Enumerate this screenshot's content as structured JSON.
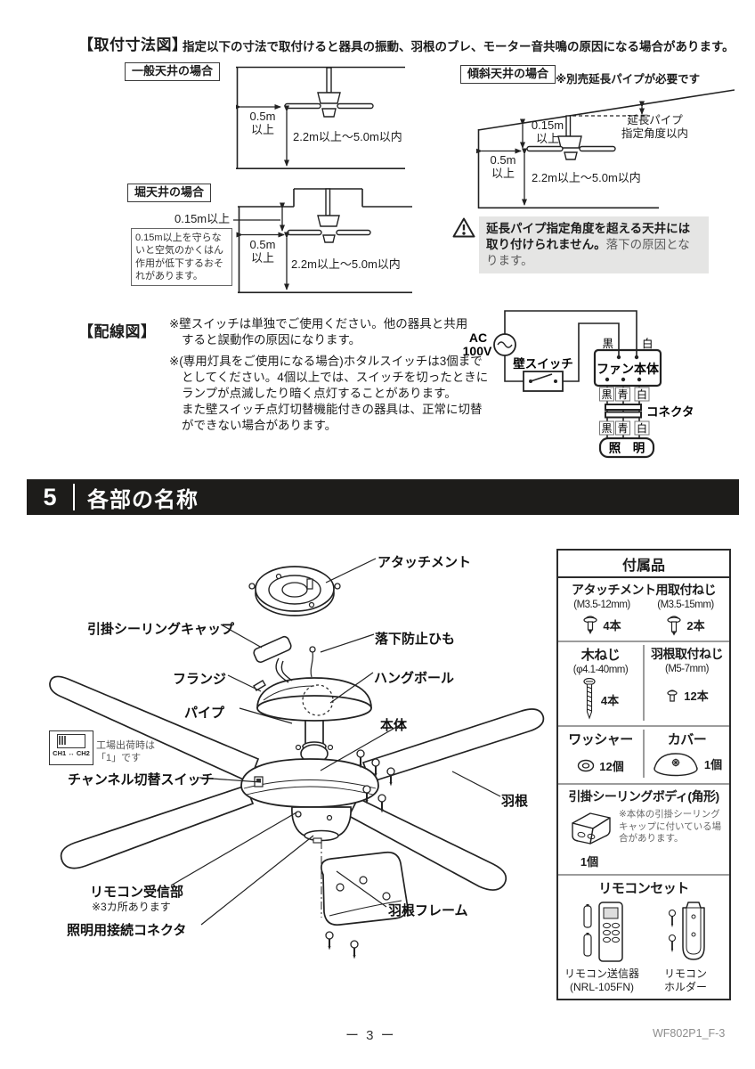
{
  "dim_section": {
    "title": "【取付寸法図】",
    "description": "指定以下の寸法で取付けると器具の振動、羽根のブレ、モーター音共鳴の原因になる場合があります。",
    "general": {
      "label": "一般天井の場合",
      "side": "0.5m\n以上",
      "height": "2.2m以上〜5.0m以内"
    },
    "sloped": {
      "label": "傾斜天井の場合",
      "note": "※別売延長パイプが必要です",
      "top": "0.15m\n以上",
      "side": "0.5m\n以上",
      "height": "2.2m以上〜5.0m以内",
      "angle": "延長パイプ\n指定角度以内"
    },
    "recessed": {
      "label": "堀天井の場合",
      "top": "0.15m以上",
      "side": "0.5m\n以上",
      "height": "2.2m以上〜5.0m以内",
      "note": "0.15m以上を守らないと空気のかくはん作用が低下するおそれがあります。"
    },
    "warning_bold": "延長パイプ指定角度を超える天井には取り付けられません。",
    "warning_rest": "落下の原因となります。"
  },
  "wiring": {
    "title": "【配線図】",
    "note1": "※壁スイッチは単独でご使用ください。他の器具と共用すると誤動作の原因になります。",
    "note2": "※(専用灯具をご使用になる場合)ホタルスイッチは3個までとしてください。4個以上では、スイッチを切ったときにランプが点滅したり暗く点灯することがあります。\nまた壁スイッチ点灯切替機能付きの器具は、正常に切替ができない場合があります。",
    "ac": "AC",
    "ac_v": "100V",
    "wall_switch": "壁スイッチ",
    "fan_body": "ファン本体",
    "connector": "コネクタ",
    "light": "照　明",
    "black": "黒",
    "white": "白",
    "blue": "青"
  },
  "section5": {
    "num": "5",
    "title": "各部の名称"
  },
  "parts": {
    "attachment": "アタッチメント",
    "ceiling_cap": "引掛シーリングキャップ",
    "safety_cord": "落下防止ひも",
    "flange": "フランジ",
    "hang_ball": "ハングボール",
    "pipe": "パイプ",
    "body": "本体",
    "channel_switch": "チャンネル切替スイッチ",
    "blade": "羽根",
    "receiver": "リモコン受信部",
    "receiver_note": "※3カ所あります",
    "blade_frame": "羽根フレーム",
    "light_connector": "照明用接続コネクタ",
    "channel_row": "CH1 ↔ CH2",
    "factory_note": "工場出荷時は\n「1」です"
  },
  "accessories": {
    "title": "付属品",
    "attach_screw": {
      "name": "アタッチメント用取付ねじ",
      "size1": "(M3.5-12mm)",
      "count1": "4本",
      "size2": "(M3.5-15mm)",
      "count2": "2本"
    },
    "wood_screw": {
      "name": "木ねじ",
      "size": "(φ4.1-40mm)",
      "count": "4本"
    },
    "blade_screw": {
      "name": "羽根取付ねじ",
      "size": "(M5-7mm)",
      "count": "12本"
    },
    "washer": {
      "name": "ワッシャー",
      "count": "12個"
    },
    "cover": {
      "name": "カバー",
      "count": "1個"
    },
    "ceiling_body": {
      "name": "引掛シーリングボディ(角形)",
      "count": "1個",
      "note": "※本体の引掛シーリングキャップに付いている場合があります。"
    },
    "remote_set": {
      "name": "リモコンセット",
      "transmitter": "リモコン送信器\n(NRL-105FN)",
      "holder": "リモコン\nホルダー"
    }
  },
  "footer": {
    "page": "ー 3 ー",
    "doc": "WF802P1_F-3"
  }
}
